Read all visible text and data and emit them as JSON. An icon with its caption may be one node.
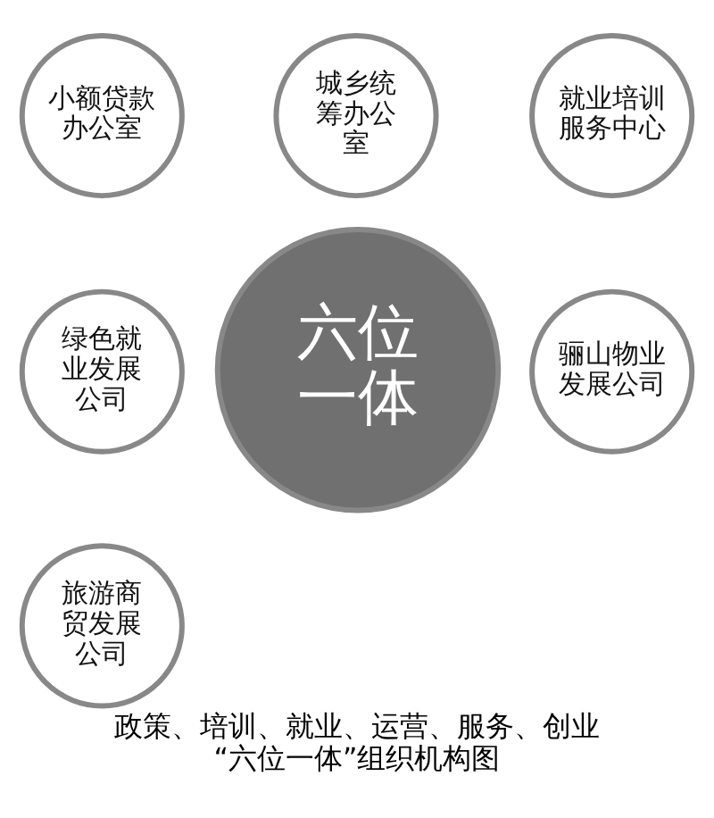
{
  "diagram": {
    "caption": "政策、培训、就业、运营、服务、创业“六位一体”组织机构图",
    "nodes": [
      {
        "text": [
          "六位一体"
        ]
      },
      {
        "text": [
          "城乡统筹办公室"
        ]
      },
      {
        "text": [
          "小额贷款办公室"
        ]
      },
      {
        "text": [
          "就业培训服务中心"
        ]
      },
      {
        "text": [
          "绿色就业发展公司"
        ]
      },
      {
        "text": [
          "骊山物业发展公司"
        ]
      },
      {
        "text": [
          "旅游商贸发展公司"
        ]
      }
    ]
  }
}
